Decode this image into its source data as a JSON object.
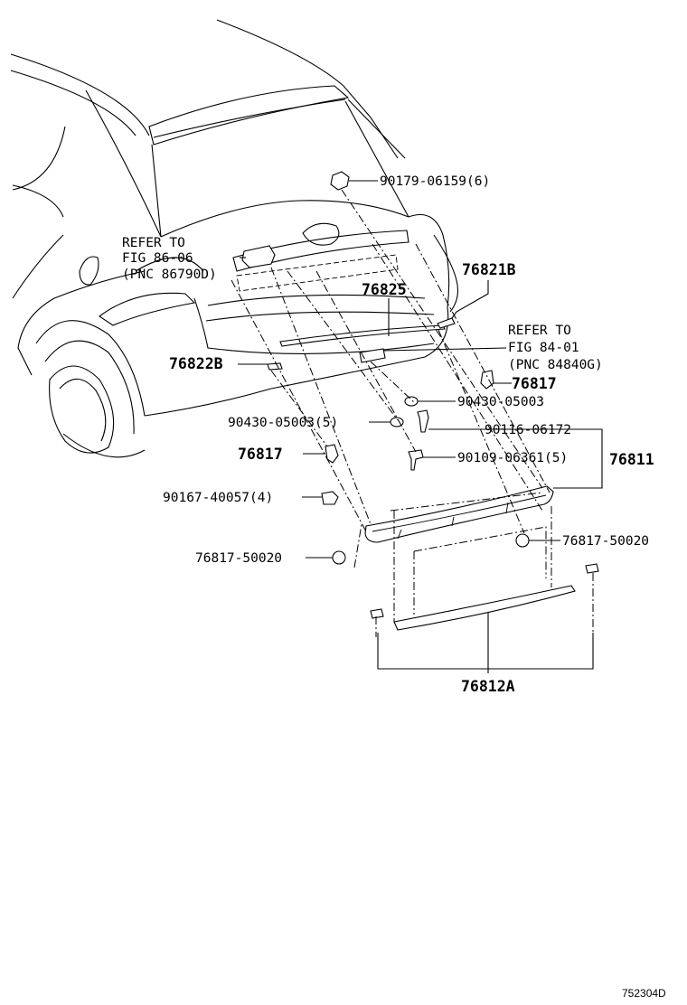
{
  "labels": {
    "refer_8606": [
      "REFER TO",
      "FIG 86-06",
      "(PNC 86790D)"
    ],
    "refer_8401": [
      "REFER TO",
      "FIG 84-01",
      "(PNC 84840G)"
    ],
    "p90179": "90179-06159(6)",
    "p76821b": "76821B",
    "p76825": "76825",
    "p76822b": "76822B",
    "p76817_right": "76817",
    "p90430_right": "90430-05003",
    "p90430_left": "90430-05003(5)",
    "p90116": "90116-06172",
    "p76817_left": "76817",
    "p90109": "90109-06361(5)",
    "p76811": "76811",
    "p90167": "90167-40057(4)",
    "p7681750020_left": "76817-50020",
    "p7681750020_right": "76817-50020",
    "p76812a": "76812A"
  },
  "figure_code": "752304D"
}
